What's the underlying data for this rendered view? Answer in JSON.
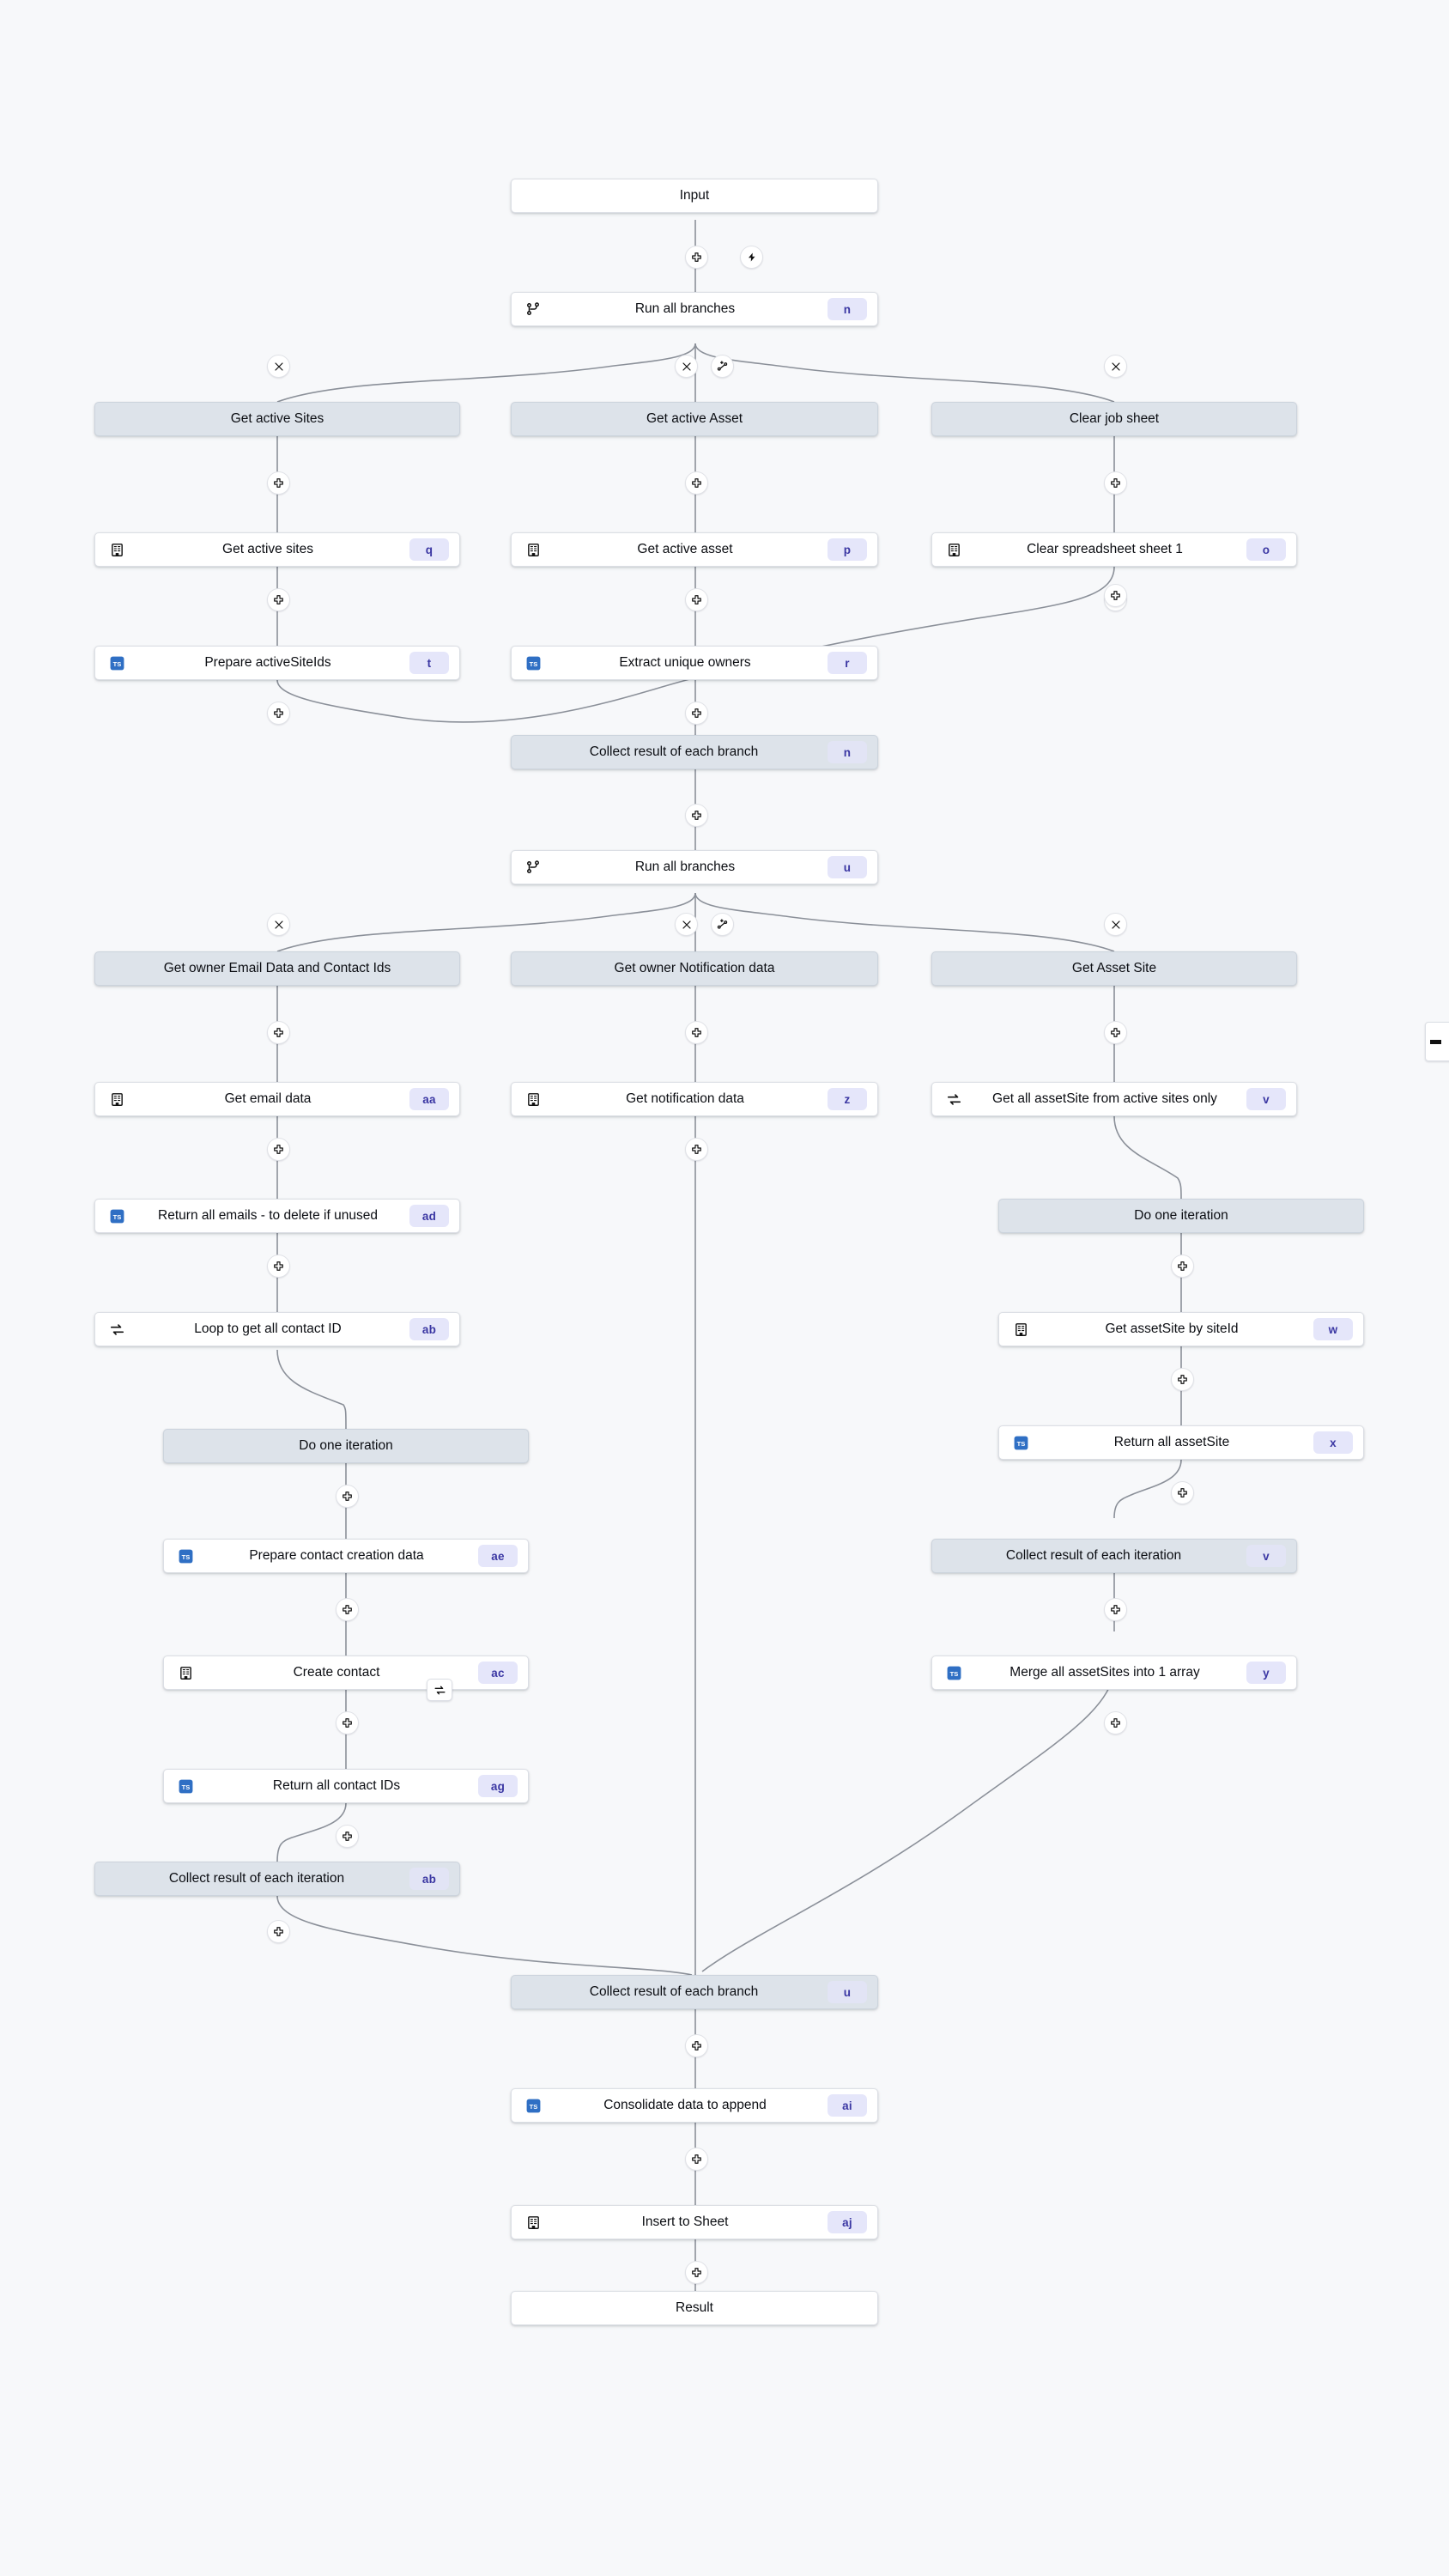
{
  "canvas": {
    "background": "#f7f8fa",
    "node_fill": "#ffffff",
    "group_fill": "#dde3ea",
    "badge_bg": "#e5e6fa",
    "badge_fg": "#3b37a3",
    "wire_color": "#8b9099",
    "ts_icon_bg": "#2f6fc4"
  },
  "icons": {
    "plus": "plus-icon",
    "bolt": "bolt-icon",
    "close": "close-icon",
    "add_branch": "add-branch-icon",
    "branch": "branch-icon",
    "loop": "loop-icon",
    "sheet": "spreadsheet-icon",
    "ts": "typescript-icon"
  },
  "nodes": [
    {
      "id": "input",
      "label": "Input",
      "kind": "terminal",
      "icon": "",
      "badge": ""
    },
    {
      "id": "branch1",
      "label": "Run all branches",
      "kind": "step",
      "icon": "branch",
      "badge": "n"
    },
    {
      "id": "g-sites",
      "label": "Get active Sites",
      "kind": "group",
      "icon": "",
      "badge": ""
    },
    {
      "id": "g-asset",
      "label": "Get active Asset",
      "kind": "group",
      "icon": "",
      "badge": ""
    },
    {
      "id": "g-clear",
      "label": "Clear job sheet",
      "kind": "group",
      "icon": "",
      "badge": ""
    },
    {
      "id": "get-sites",
      "label": "Get active sites",
      "kind": "step",
      "icon": "sheet",
      "badge": "q"
    },
    {
      "id": "get-asset",
      "label": "Get active asset",
      "kind": "step",
      "icon": "sheet",
      "badge": "p"
    },
    {
      "id": "clear-sheet",
      "label": "Clear spreadsheet sheet 1",
      "kind": "step",
      "icon": "sheet",
      "badge": "o"
    },
    {
      "id": "prep-ids",
      "label": "Prepare activeSiteIds",
      "kind": "step",
      "icon": "ts",
      "badge": "t"
    },
    {
      "id": "extract-own",
      "label": "Extract unique owners",
      "kind": "step",
      "icon": "ts",
      "badge": "r"
    },
    {
      "id": "collect1",
      "label": "Collect result of each branch",
      "kind": "group",
      "icon": "",
      "badge": "n"
    },
    {
      "id": "branch2",
      "label": "Run all branches",
      "kind": "step",
      "icon": "branch",
      "badge": "u"
    },
    {
      "id": "g-email",
      "label": "Get owner Email Data and Contact Ids",
      "kind": "group",
      "icon": "",
      "badge": ""
    },
    {
      "id": "g-notif",
      "label": "Get owner Notification data",
      "kind": "group",
      "icon": "",
      "badge": ""
    },
    {
      "id": "g-assetsite",
      "label": "Get Asset Site",
      "kind": "group",
      "icon": "",
      "badge": ""
    },
    {
      "id": "get-email",
      "label": "Get email data",
      "kind": "step",
      "icon": "sheet",
      "badge": "aa"
    },
    {
      "id": "get-notif",
      "label": "Get notification data",
      "kind": "step",
      "icon": "sheet",
      "badge": "z"
    },
    {
      "id": "get-allas",
      "label": "Get all assetSite from active sites only",
      "kind": "step",
      "icon": "loop",
      "badge": "v"
    },
    {
      "id": "ret-emails",
      "label": "Return all emails - to delete if unused",
      "kind": "step",
      "icon": "ts",
      "badge": "ad"
    },
    {
      "id": "iter-right",
      "label": "Do one iteration",
      "kind": "group",
      "icon": "",
      "badge": ""
    },
    {
      "id": "loop-contact",
      "label": "Loop to get all contact ID",
      "kind": "step",
      "icon": "loop",
      "badge": "ab"
    },
    {
      "id": "get-assite",
      "label": "Get assetSite by siteId",
      "kind": "step",
      "icon": "sheet",
      "badge": "w"
    },
    {
      "id": "iter-left",
      "label": "Do one iteration",
      "kind": "group",
      "icon": "",
      "badge": ""
    },
    {
      "id": "ret-assite",
      "label": "Return all assetSite",
      "kind": "step",
      "icon": "ts",
      "badge": "x"
    },
    {
      "id": "prep-contact",
      "label": "Prepare contact creation data",
      "kind": "step",
      "icon": "ts",
      "badge": "ae"
    },
    {
      "id": "collect-it-r",
      "label": "Collect result of each iteration",
      "kind": "group",
      "icon": "",
      "badge": "v"
    },
    {
      "id": "create-ct",
      "label": "Create contact",
      "kind": "step",
      "icon": "sheet",
      "badge": "ac"
    },
    {
      "id": "merge-as",
      "label": "Merge all assetSites into 1 array",
      "kind": "step",
      "icon": "ts",
      "badge": "y"
    },
    {
      "id": "ret-ctids",
      "label": "Return all contact IDs",
      "kind": "step",
      "icon": "ts",
      "badge": "ag"
    },
    {
      "id": "collect-it-l",
      "label": "Collect result of each iteration",
      "kind": "group",
      "icon": "",
      "badge": "ab"
    },
    {
      "id": "collect2",
      "label": "Collect result of each branch",
      "kind": "group",
      "icon": "",
      "badge": "u"
    },
    {
      "id": "consolidate",
      "label": "Consolidate data to append",
      "kind": "step",
      "icon": "ts",
      "badge": "ai"
    },
    {
      "id": "insert-sheet",
      "label": "Insert to Sheet",
      "kind": "step",
      "icon": "sheet",
      "badge": "aj"
    },
    {
      "id": "result",
      "label": "Result",
      "kind": "terminal",
      "icon": "",
      "badge": ""
    }
  ]
}
